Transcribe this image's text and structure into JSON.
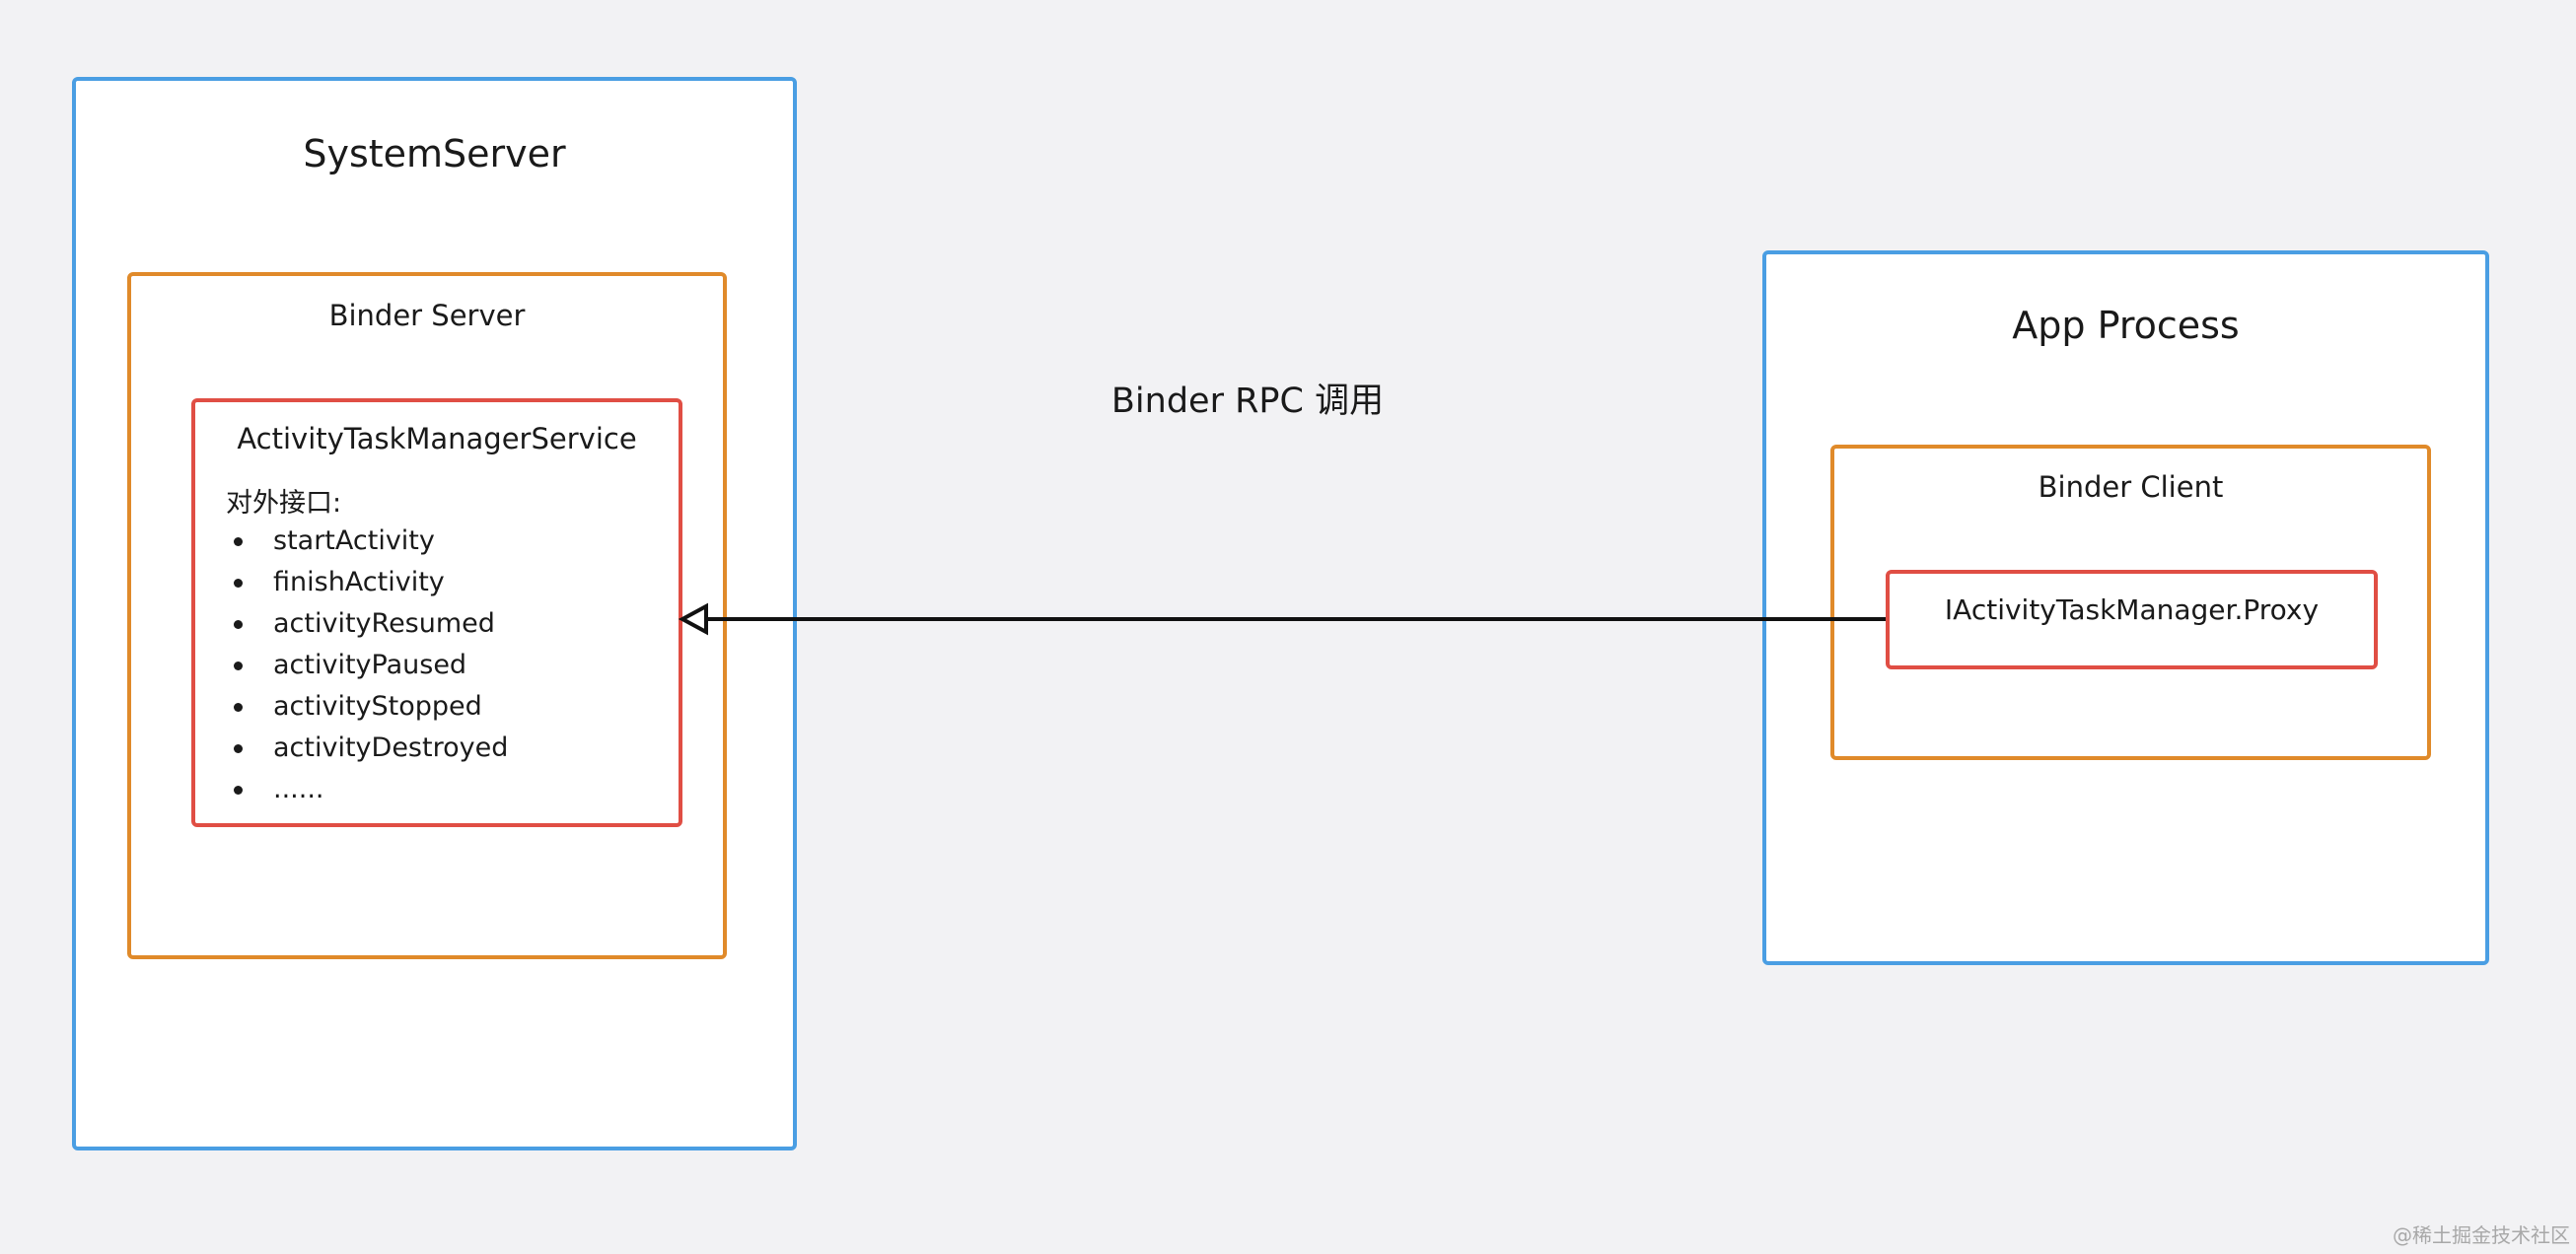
{
  "system_server": {
    "title": "SystemServer",
    "binder_server": {
      "title": "Binder Server",
      "service": {
        "title": "ActivityTaskManagerService",
        "interface_heading": "对外接口:",
        "interfaces": [
          "startActivity",
          "finishActivity",
          "activityResumed",
          "activityPaused",
          "activityStopped",
          "activityDestroyed",
          "......"
        ]
      }
    }
  },
  "app_process": {
    "title": "App Process",
    "binder_client": {
      "title": "Binder Client",
      "proxy": {
        "title": "IActivityTaskManager.Proxy"
      }
    }
  },
  "connection": {
    "label": "Binder RPC 调用"
  },
  "watermark": "@稀土掘金技术社区",
  "colors": {
    "process_border": "#4a9ee3",
    "binder_border": "#e08a2a",
    "component_border": "#e04e44",
    "background": "#f2f2f4"
  }
}
